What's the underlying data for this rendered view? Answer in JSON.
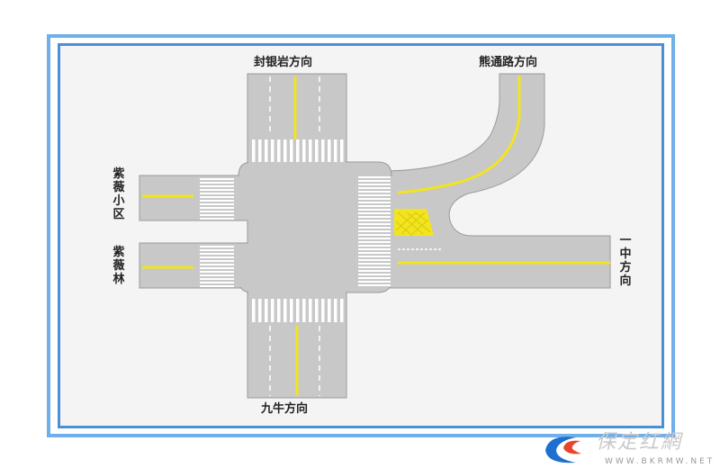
{
  "labels": {
    "north": "封银岩方向",
    "northeast": "熊通路方向",
    "west_upper": "紫薇小区",
    "west_lower": "紫薇林",
    "east": "一中方向",
    "south": "九牛方向"
  },
  "watermark": {
    "name": "保定红網",
    "url": "WWW.BKRMW.NET"
  },
  "colors": {
    "road": "#c8c8c8",
    "marking": "#f2e41e",
    "frame": "#6fb0ea"
  }
}
